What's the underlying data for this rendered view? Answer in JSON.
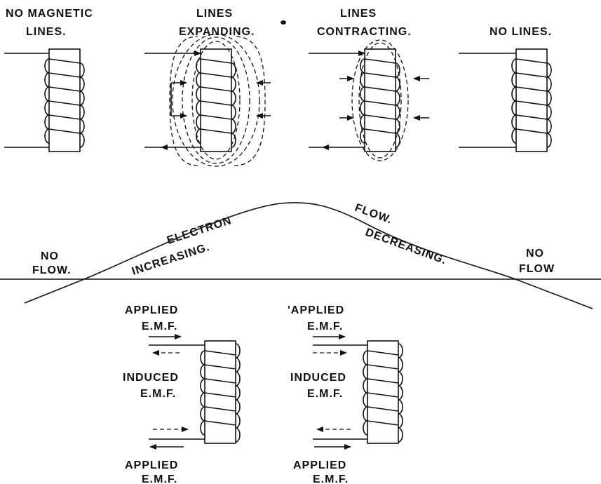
{
  "panels": [
    {
      "l1": "NO MAGNETIC",
      "l2": "LINES."
    },
    {
      "l1": "LINES",
      "l2": "EXPANDING."
    },
    {
      "l1": "LINES",
      "l2": "CONTRACTING."
    },
    {
      "l1": "NO LINES.",
      "l2": ""
    }
  ],
  "curve": {
    "left_no": "NO",
    "left_flow": "FLOW.",
    "electron": "ELECTRON",
    "flow": "FLOW.",
    "increasing": "INCREASING.",
    "decreasing": "DECREASING.",
    "right_no": "NO",
    "right_flow": "FLOW"
  },
  "bottom_left": {
    "applied_top": "APPLIED",
    "emf_top": "E.M.F.",
    "induced": "INDUCED",
    "emf_mid": "E.M.F.",
    "applied_bottom": "APPLIED",
    "emf_bottom": "E.M.F."
  },
  "bottom_right": {
    "applied_top": "'APPLIED",
    "emf_top": "E.M.F.",
    "induced": "INDUCED",
    "emf_mid": "E.M.F.",
    "applied_bottom": "APPLIED",
    "emf_bottom": "E.M.F."
  }
}
